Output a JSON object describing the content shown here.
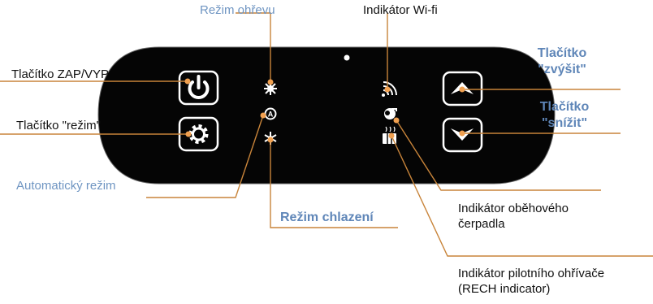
{
  "labels": {
    "power_button": "Tlačítko ZAP/VYP",
    "mode_button": "Tlačítko \"režim\"",
    "auto_mode": "Automatický režim",
    "heating_mode": "Režim ohřevu",
    "cooling_mode": "Režim chlazení",
    "wifi_indicator": "Indikátor Wi-fi",
    "pump_indicator_line1": "Indikátor oběhového",
    "pump_indicator_line2": "čerpadla",
    "heater_indicator_line1": "Indikátor pilotního ohřívače",
    "heater_indicator_line2": "(RECH indicator)",
    "up_button_line1": "Tlačítko",
    "up_button_line2": "\"zvýšit\"",
    "down_button_line1": "Tlačítko",
    "down_button_line2": "\"snížit\""
  },
  "colors": {
    "panel": "#050505",
    "button_border": "#ffffff",
    "leader_line": "#c8843a",
    "dot": "#f0a050",
    "label_blue": "#6f95c2",
    "label_dark": "#111111"
  },
  "icons": [
    "power-icon",
    "gear-icon",
    "sun-icon",
    "auto-icon",
    "snowflake-icon",
    "wifi-icon",
    "pump-icon",
    "heater-icon",
    "chevron-up-icon",
    "chevron-down-icon"
  ]
}
